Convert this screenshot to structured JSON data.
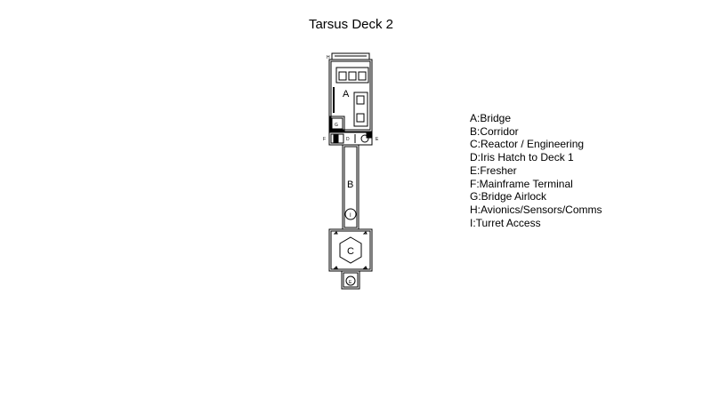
{
  "title": "Tarsus Deck 2",
  "plan_labels": {
    "A": "A",
    "B": "B",
    "C": "C",
    "D": "D",
    "E": "E",
    "F": "F",
    "G": "G",
    "H": "H",
    "I": "I"
  },
  "legend": [
    "A:Bridge",
    "B:Corridor",
    "C:Reactor / Engineering",
    "D:Iris Hatch to Deck 1",
    "E:Fresher",
    "F:Mainframe Terminal",
    "G:Bridge Airlock",
    "H:Avionics/Sensors/Comms",
    "I:Turret Access"
  ],
  "colors": {
    "line": "#000000",
    "background": "#ffffff"
  }
}
